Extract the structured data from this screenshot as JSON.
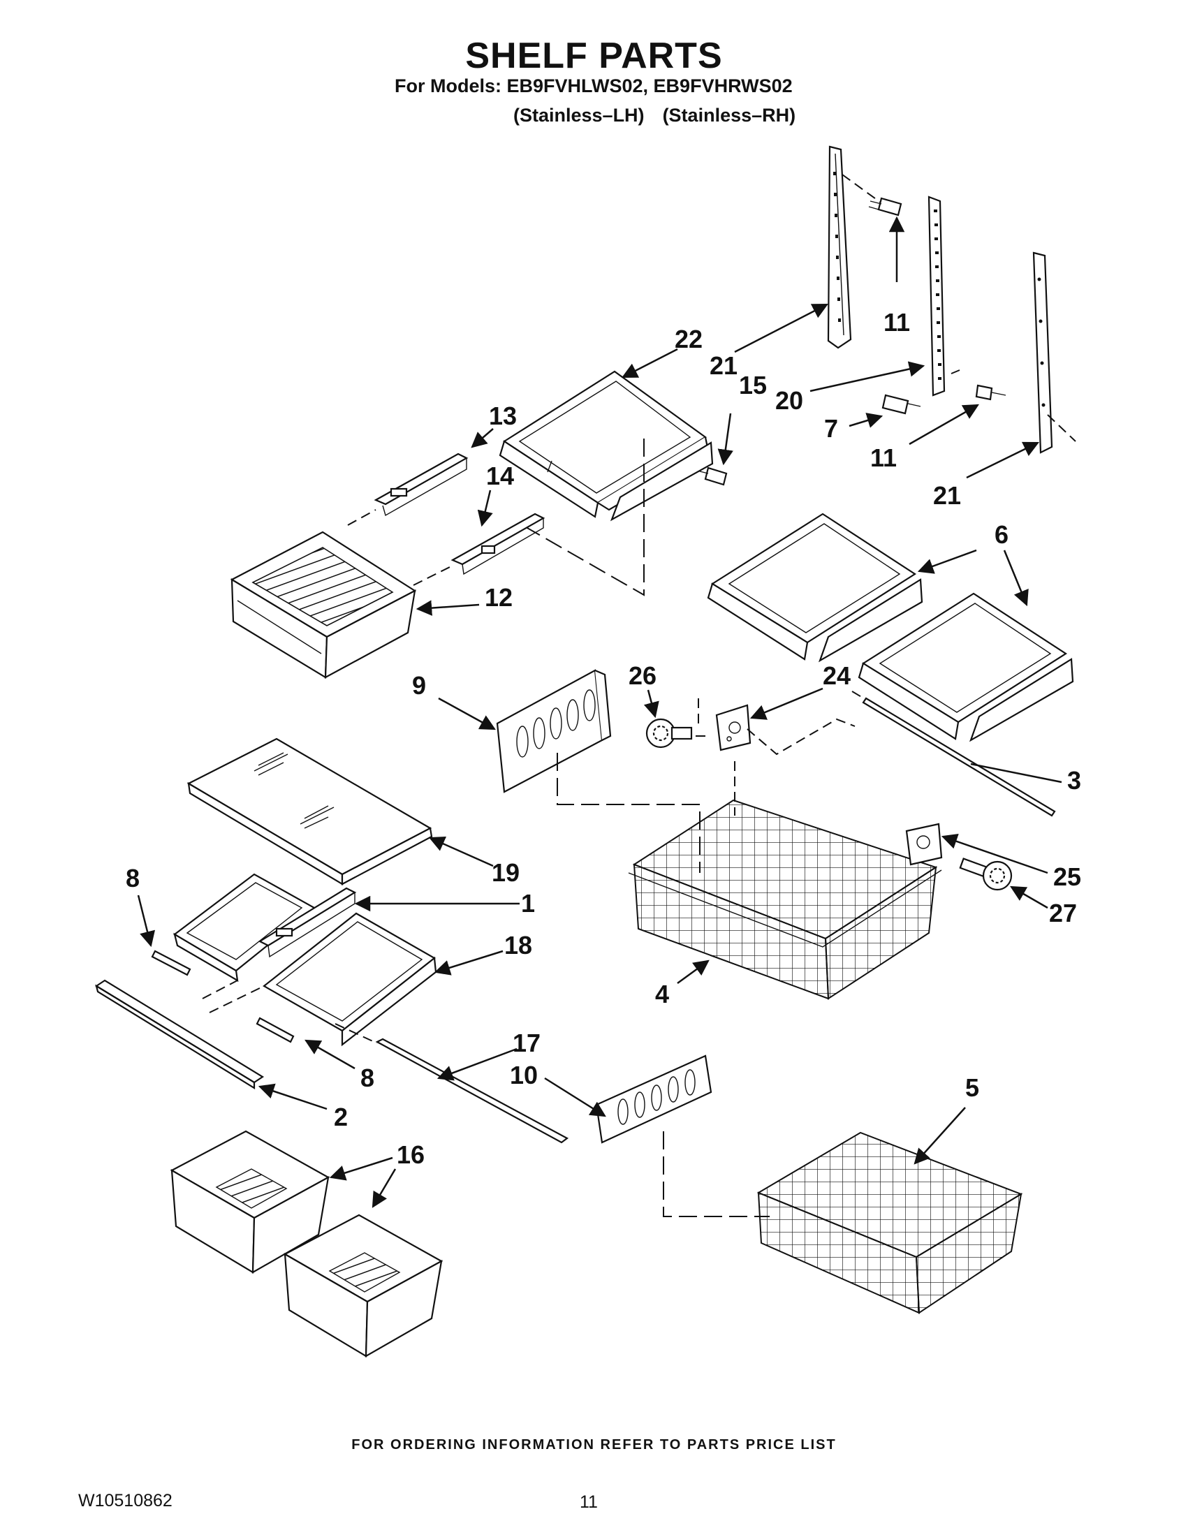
{
  "header": {
    "title": "SHELF PARTS",
    "models_line": "For Models: EB9FVHLWS02, EB9FVHRWS02",
    "variant_lh": "(Stainless–LH)",
    "variant_rh": "(Stainless–RH)"
  },
  "callouts": {
    "c1": "1",
    "c2": "2",
    "c3": "3",
    "c4": "4",
    "c5": "5",
    "c6": "6",
    "c7": "7",
    "c8a": "8",
    "c8b": "8",
    "c9": "9",
    "c10": "10",
    "c11a": "11",
    "c11b": "11",
    "c12": "12",
    "c13": "13",
    "c14": "14",
    "c15": "15",
    "c16": "16",
    "c17": "17",
    "c18": "18",
    "c19": "19",
    "c20": "20",
    "c21a": "21",
    "c21b": "21",
    "c22": "22",
    "c24": "24",
    "c25": "25",
    "c26": "26",
    "c27": "27"
  },
  "footer": {
    "ordering_note": "FOR ORDERING INFORMATION REFER TO PARTS PRICE LIST",
    "doc_number": "W10510862",
    "page_number": "11"
  }
}
